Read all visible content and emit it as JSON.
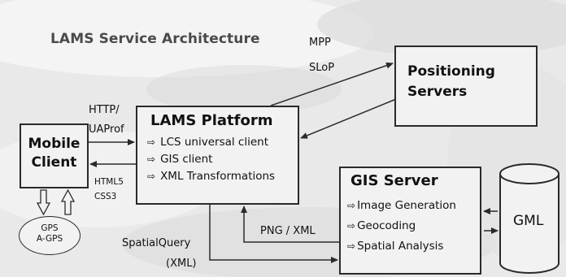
{
  "title": "LAMS Service Architecture",
  "labels": {
    "mpp": "MPP",
    "slop": "SLoP",
    "http": "HTTP/",
    "uaprof": "UAProf",
    "html5": "HTML5",
    "css3": "CSS3",
    "spatial_query_1": "SpatialQuery",
    "spatial_query_2": "(XML)",
    "png_xml": "PNG / XML"
  },
  "mobile_client": {
    "line1": "Mobile",
    "line2": "Client"
  },
  "gps": {
    "line1": "GPS",
    "line2": "A-GPS"
  },
  "lams_platform": {
    "title": "LAMS Platform",
    "items": [
      "LCS universal client",
      "GIS client",
      "XML Transformations"
    ]
  },
  "positioning_servers": {
    "line1": "Positioning",
    "line2": "Servers"
  },
  "gis_server": {
    "title": "GIS Server",
    "items": [
      "Image Generation",
      "Geocoding",
      "Spatial Analysis"
    ]
  },
  "gml": "GML",
  "icons": {
    "bullet": "arrow-outline-right-icon"
  },
  "colors": {
    "background": "#e9e9e9",
    "box_fill": "#f2f2f2",
    "line": "#2a2a2a"
  }
}
